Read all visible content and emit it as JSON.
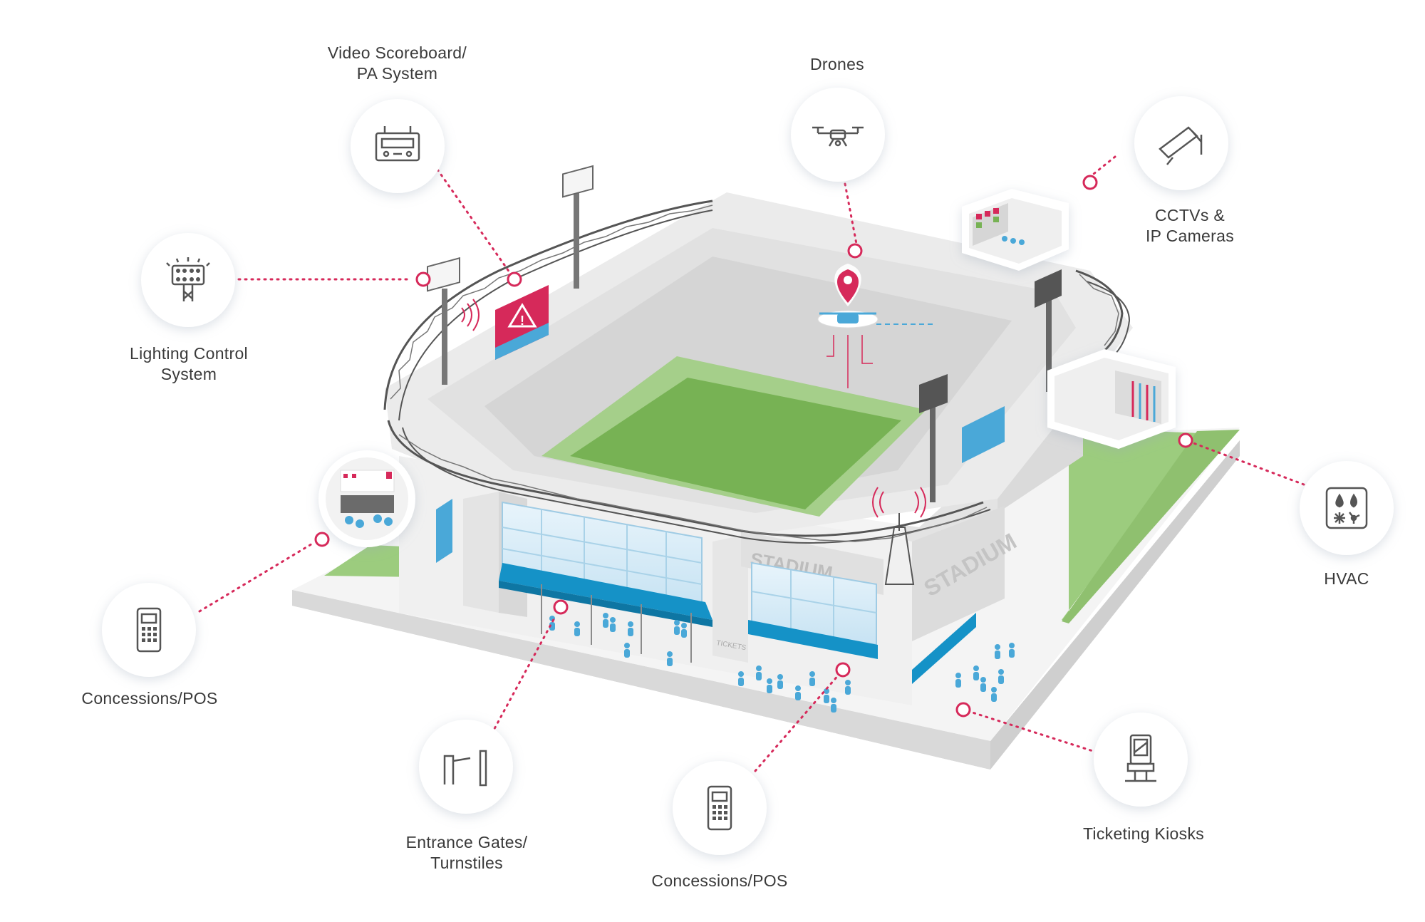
{
  "colors": {
    "accent": "#d6295a",
    "field": "#77b254",
    "field_light": "#a5cf8a",
    "blue": "#1592c7",
    "fan": "#4aa8d8",
    "structure": "#e9e9e9",
    "icon_stroke": "#555555"
  },
  "callouts": [
    {
      "id": "scoreboard",
      "icon": "scoreboard-icon",
      "lines": [
        "Video Scoreboard/",
        "PA System"
      ]
    },
    {
      "id": "drones",
      "icon": "drone-icon",
      "lines": [
        "Drones"
      ]
    },
    {
      "id": "cctv",
      "icon": "cctv-camera-icon",
      "lines": [
        "CCTVs &",
        "IP Cameras"
      ]
    },
    {
      "id": "lighting",
      "icon": "floodlight-icon",
      "lines": [
        "Lighting Control",
        "System"
      ]
    },
    {
      "id": "hvac",
      "icon": "hvac-icon",
      "lines": [
        "HVAC"
      ]
    },
    {
      "id": "pos_left",
      "icon": "pos-terminal-icon",
      "lines": [
        "Concessions/POS"
      ]
    },
    {
      "id": "gates",
      "icon": "turnstile-icon",
      "lines": [
        "Entrance Gates/",
        "Turnstiles"
      ]
    },
    {
      "id": "pos_bottom",
      "icon": "pos-terminal-icon",
      "lines": [
        "Concessions/POS"
      ]
    },
    {
      "id": "kiosks",
      "icon": "kiosk-icon",
      "lines": [
        "Ticketing Kiosks"
      ]
    }
  ],
  "building_signs": {
    "front": "STADIUM",
    "side": "STADIUM",
    "ticket_booth": "TICKETS"
  }
}
